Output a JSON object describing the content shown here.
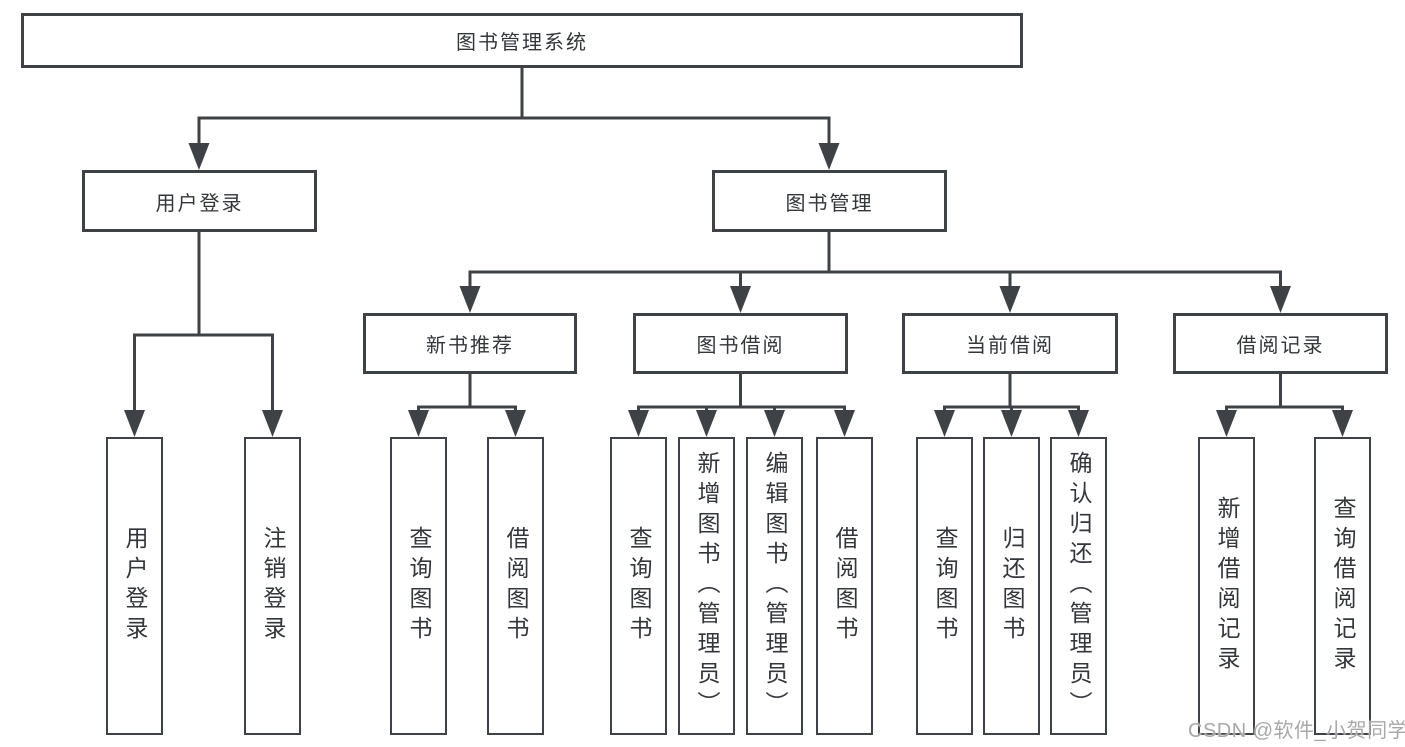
{
  "tree": {
    "root": "图书管理系统",
    "branches": [
      {
        "label": "用户登录",
        "children": [
          "用户登录",
          "注销登录"
        ]
      },
      {
        "label": "图书管理",
        "groups": [
          {
            "label": "新书推荐",
            "children": [
              "查询图书",
              "借阅图书"
            ]
          },
          {
            "label": "图书借阅",
            "children": [
              "查询图书",
              "新增图书（管理员）",
              "编辑图书（管理员）",
              "借阅图书"
            ]
          },
          {
            "label": "当前借阅",
            "children": [
              "查询图书",
              "归还图书",
              "确认归还（管理员）"
            ]
          },
          {
            "label": "借阅记录",
            "children": [
              "新增借阅记录",
              "查询借阅记录"
            ]
          }
        ]
      }
    ]
  },
  "watermark": "CSDN @软件_小贺同学",
  "colors": {
    "line": "#3e4146",
    "text": "#33363b",
    "watermark": "#a8a8a8"
  }
}
